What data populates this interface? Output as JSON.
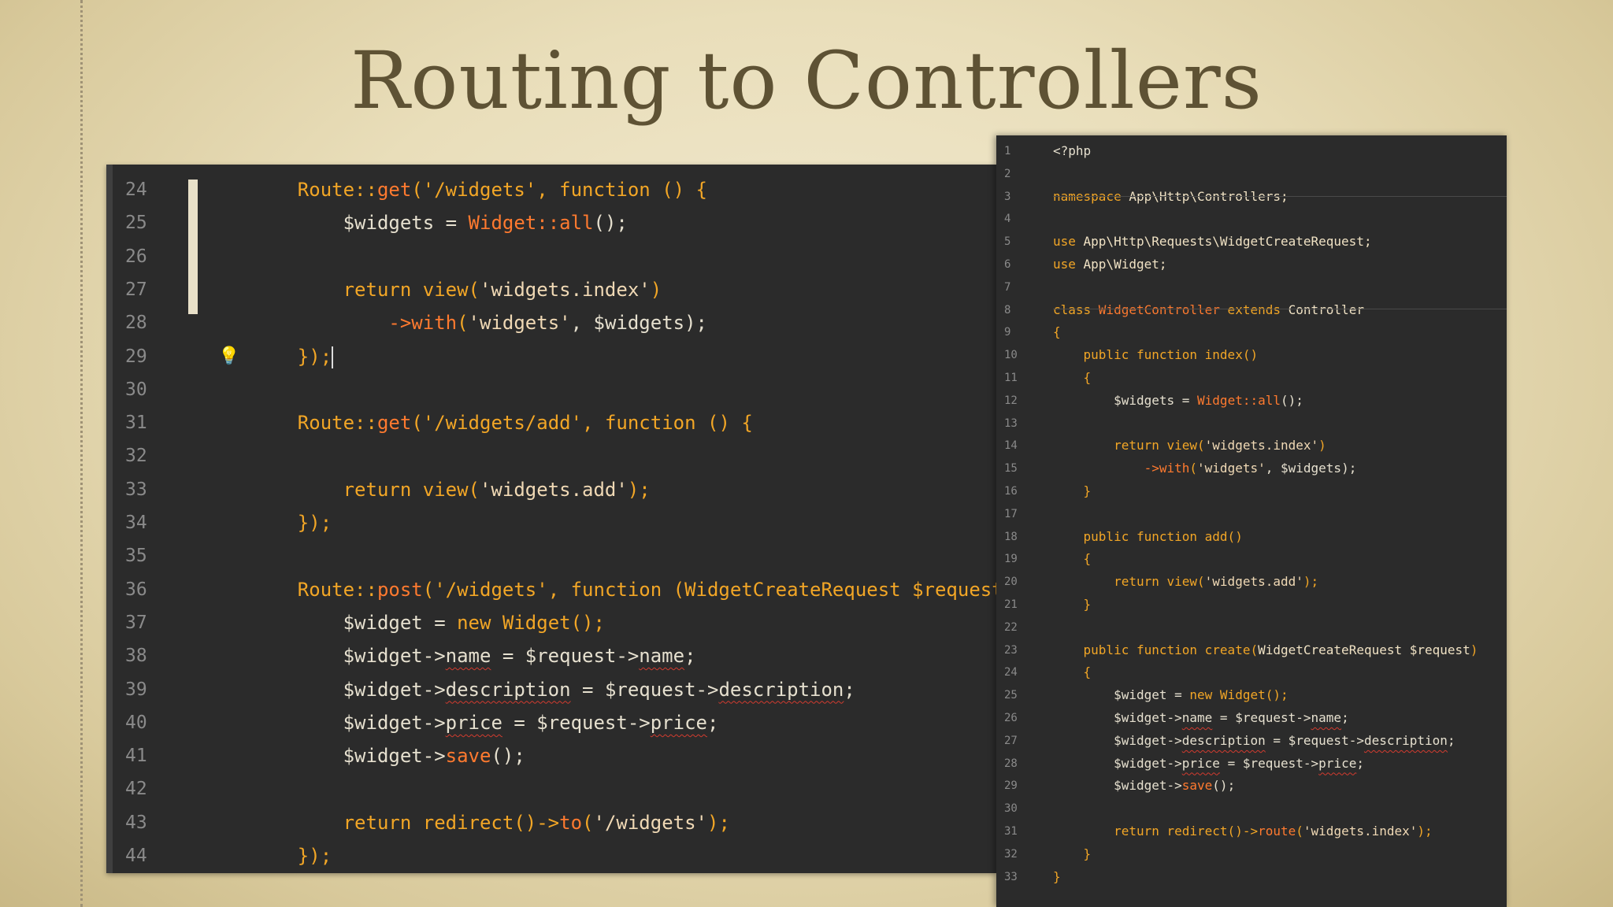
{
  "slide": {
    "title": "Routing to Controllers"
  },
  "routes_editor": {
    "lines": [
      {
        "n": "24",
        "tokens": [
          [
            "kw",
            "    Route::"
          ],
          [
            "fn",
            "get"
          ],
          [
            "kw",
            "('/widgets', function () {"
          ]
        ]
      },
      {
        "n": "25",
        "tokens": [
          [
            "var",
            "        $widgets = "
          ],
          [
            "fn",
            "Widget::all"
          ],
          [
            "var",
            "();"
          ]
        ]
      },
      {
        "n": "26",
        "tokens": []
      },
      {
        "n": "27",
        "tokens": [
          [
            "kw",
            "        return view("
          ],
          [
            "str",
            "'widgets.index'"
          ],
          [
            "kw",
            ")"
          ]
        ]
      },
      {
        "n": "28",
        "tokens": [
          [
            "fn",
            "            ->with"
          ],
          [
            "kw",
            "("
          ],
          [
            "str",
            "'widgets'"
          ],
          [
            "var",
            ", $widgets);"
          ]
        ]
      },
      {
        "n": "29",
        "tokens": [
          [
            "kw",
            "    });"
          ]
        ]
      },
      {
        "n": "30",
        "tokens": []
      },
      {
        "n": "31",
        "tokens": [
          [
            "kw",
            "    Route::"
          ],
          [
            "fn",
            "get"
          ],
          [
            "kw",
            "('/widgets/add', function () {"
          ]
        ]
      },
      {
        "n": "32",
        "tokens": []
      },
      {
        "n": "33",
        "tokens": [
          [
            "kw",
            "        return view("
          ],
          [
            "str",
            "'widgets.add'"
          ],
          [
            "kw",
            ");"
          ]
        ]
      },
      {
        "n": "34",
        "tokens": [
          [
            "kw",
            "    });"
          ]
        ]
      },
      {
        "n": "35",
        "tokens": []
      },
      {
        "n": "36",
        "tokens": [
          [
            "kw",
            "    Route::"
          ],
          [
            "fn",
            "post"
          ],
          [
            "kw",
            "('/widgets', function (WidgetCreateRequest $request) {"
          ]
        ]
      },
      {
        "n": "37",
        "tokens": [
          [
            "var",
            "        $widget = "
          ],
          [
            "kw",
            "new Widget();"
          ]
        ]
      },
      {
        "n": "38",
        "tokens": [
          [
            "var",
            "        $widget->"
          ],
          [
            "sq",
            "name"
          ],
          [
            "var",
            " = $request->"
          ],
          [
            "sq",
            "name"
          ],
          [
            "var",
            ";"
          ]
        ]
      },
      {
        "n": "39",
        "tokens": [
          [
            "var",
            "        $widget->"
          ],
          [
            "sq",
            "description"
          ],
          [
            "var",
            " = $request->"
          ],
          [
            "sq",
            "description"
          ],
          [
            "var",
            ";"
          ]
        ]
      },
      {
        "n": "40",
        "tokens": [
          [
            "var",
            "        $widget->"
          ],
          [
            "sq",
            "price"
          ],
          [
            "var",
            " = $request->"
          ],
          [
            "sq",
            "price"
          ],
          [
            "var",
            ";"
          ]
        ]
      },
      {
        "n": "41",
        "tokens": [
          [
            "var",
            "        $widget->"
          ],
          [
            "fn",
            "save"
          ],
          [
            "var",
            "();"
          ]
        ]
      },
      {
        "n": "42",
        "tokens": []
      },
      {
        "n": "43",
        "tokens": [
          [
            "kw",
            "        return redirect()->"
          ],
          [
            "fn",
            "to"
          ],
          [
            "kw",
            "("
          ],
          [
            "str",
            "'/widgets'"
          ],
          [
            "kw",
            ");"
          ]
        ]
      },
      {
        "n": "44",
        "tokens": [
          [
            "kw",
            "    });"
          ]
        ]
      }
    ]
  },
  "controller_editor": {
    "lines": [
      {
        "n": "1",
        "tokens": [
          [
            "var",
            "<?php"
          ]
        ]
      },
      {
        "n": "2",
        "tokens": []
      },
      {
        "n": "3",
        "tokens": [
          [
            "kw",
            "namespace "
          ],
          [
            "ns",
            "App\\Http\\Controllers;"
          ]
        ]
      },
      {
        "n": "4",
        "tokens": []
      },
      {
        "n": "5",
        "tokens": [
          [
            "kw",
            "use "
          ],
          [
            "ns",
            "App\\Http\\Requests\\WidgetCreateRequest;"
          ]
        ]
      },
      {
        "n": "6",
        "tokens": [
          [
            "kw",
            "use "
          ],
          [
            "ns",
            "App\\Widget;"
          ]
        ]
      },
      {
        "n": "7",
        "tokens": []
      },
      {
        "n": "8",
        "tokens": [
          [
            "kw",
            "class "
          ],
          [
            "fn",
            "WidgetController"
          ],
          [
            "kw",
            " extends "
          ],
          [
            "ns",
            "Controller"
          ]
        ]
      },
      {
        "n": "9",
        "tokens": [
          [
            "kw",
            "{"
          ]
        ]
      },
      {
        "n": "10",
        "tokens": [
          [
            "kw",
            "    public function index()"
          ]
        ]
      },
      {
        "n": "11",
        "tokens": [
          [
            "kw",
            "    {"
          ]
        ]
      },
      {
        "n": "12",
        "tokens": [
          [
            "var",
            "        $widgets = "
          ],
          [
            "fn",
            "Widget::all"
          ],
          [
            "var",
            "();"
          ]
        ]
      },
      {
        "n": "13",
        "tokens": []
      },
      {
        "n": "14",
        "tokens": [
          [
            "kw",
            "        return view("
          ],
          [
            "str",
            "'widgets.index'"
          ],
          [
            "kw",
            ")"
          ]
        ]
      },
      {
        "n": "15",
        "tokens": [
          [
            "fn",
            "            ->with"
          ],
          [
            "kw",
            "("
          ],
          [
            "str",
            "'widgets'"
          ],
          [
            "var",
            ", $widgets);"
          ]
        ]
      },
      {
        "n": "16",
        "tokens": [
          [
            "kw",
            "    }"
          ]
        ]
      },
      {
        "n": "17",
        "tokens": []
      },
      {
        "n": "18",
        "tokens": [
          [
            "kw",
            "    public function add()"
          ]
        ]
      },
      {
        "n": "19",
        "tokens": [
          [
            "kw",
            "    {"
          ]
        ]
      },
      {
        "n": "20",
        "tokens": [
          [
            "kw",
            "        return view("
          ],
          [
            "str",
            "'widgets.add'"
          ],
          [
            "kw",
            ");"
          ]
        ]
      },
      {
        "n": "21",
        "tokens": [
          [
            "kw",
            "    }"
          ]
        ]
      },
      {
        "n": "22",
        "tokens": []
      },
      {
        "n": "23",
        "tokens": [
          [
            "kw",
            "    public function create("
          ],
          [
            "ns",
            "WidgetCreateRequest $request"
          ],
          [
            "kw",
            ")"
          ]
        ]
      },
      {
        "n": "24",
        "tokens": [
          [
            "kw",
            "    {"
          ]
        ]
      },
      {
        "n": "25",
        "tokens": [
          [
            "var",
            "        $widget = "
          ],
          [
            "kw",
            "new Widget();"
          ]
        ]
      },
      {
        "n": "26",
        "tokens": [
          [
            "var",
            "        $widget->"
          ],
          [
            "sq",
            "name"
          ],
          [
            "var",
            " = $request->"
          ],
          [
            "sq",
            "name"
          ],
          [
            "var",
            ";"
          ]
        ]
      },
      {
        "n": "27",
        "tokens": [
          [
            "var",
            "        $widget->"
          ],
          [
            "sq",
            "description"
          ],
          [
            "var",
            " = $request->"
          ],
          [
            "sq",
            "description"
          ],
          [
            "var",
            ";"
          ]
        ]
      },
      {
        "n": "28",
        "tokens": [
          [
            "var",
            "        $widget->"
          ],
          [
            "sq",
            "price"
          ],
          [
            "var",
            " = $request->"
          ],
          [
            "sq",
            "price"
          ],
          [
            "var",
            ";"
          ]
        ]
      },
      {
        "n": "29",
        "tokens": [
          [
            "var",
            "        $widget->"
          ],
          [
            "fn",
            "save"
          ],
          [
            "var",
            "();"
          ]
        ]
      },
      {
        "n": "30",
        "tokens": []
      },
      {
        "n": "31",
        "tokens": [
          [
            "kw",
            "        return redirect()->"
          ],
          [
            "fn",
            "route"
          ],
          [
            "kw",
            "("
          ],
          [
            "str",
            "'widgets.index'"
          ],
          [
            "kw",
            ");"
          ]
        ]
      },
      {
        "n": "32",
        "tokens": [
          [
            "kw",
            "    }"
          ]
        ]
      },
      {
        "n": "33",
        "tokens": [
          [
            "kw",
            "}"
          ]
        ]
      }
    ]
  },
  "colors": {
    "slide_background": "#e9deba",
    "title": "#5e5234",
    "editor_background": "#2b2b2b",
    "keyword": "#f2a626",
    "method": "#ff7a2f",
    "string": "#f0d9b5"
  },
  "icons": {
    "hint": "lightbulb-icon"
  }
}
